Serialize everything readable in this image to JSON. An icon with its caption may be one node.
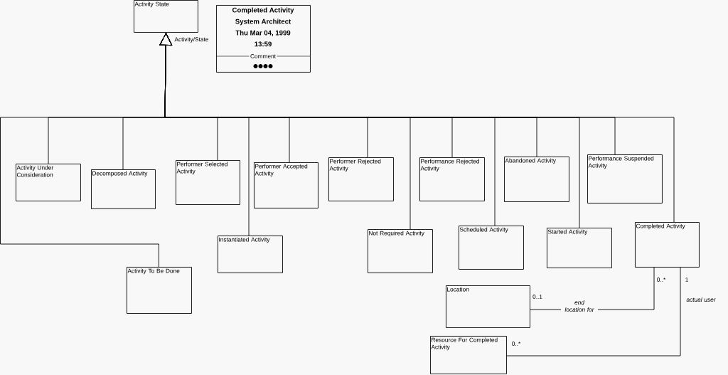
{
  "diagram": {
    "nodes": [
      {
        "text": [
          "Activity State"
        ]
      },
      {
        "text": [
          "Completed Activity",
          "System Architect",
          "Thu Mar 04, 1999",
          "13:59",
          "Comment"
        ]
      },
      {
        "text": [
          "Activity Under Consideration"
        ]
      },
      {
        "text": [
          "Decomposed Activity"
        ]
      },
      {
        "text": [
          "Performer Selected Activity"
        ]
      },
      {
        "text": [
          "Performer Accepted Activity"
        ]
      },
      {
        "text": [
          "Performer Rejected Activity"
        ]
      },
      {
        "text": [
          "Performance Rejected Activity"
        ]
      },
      {
        "text": [
          "Abandoned Activity"
        ]
      },
      {
        "text": [
          "Performance Suspended Activity"
        ]
      },
      {
        "text": [
          "Activity To Be Done"
        ]
      },
      {
        "text": [
          "Instantiated Activity"
        ]
      },
      {
        "text": [
          "Not Required Activity"
        ]
      },
      {
        "text": [
          "Scheduled Activity"
        ]
      },
      {
        "text": [
          "Started Activity"
        ]
      },
      {
        "text": [
          "Completed Activity"
        ]
      },
      {
        "text": [
          "Location"
        ]
      },
      {
        "text": [
          "Resource For Completed Activity"
        ]
      }
    ],
    "edges": [
      {
        "from": 2,
        "to": 0,
        "arrow": "to"
      },
      {
        "from": 3,
        "to": 0,
        "arrow": "to"
      },
      {
        "from": 4,
        "to": 0,
        "arrow": "to"
      },
      {
        "from": 5,
        "to": 0,
        "arrow": "to"
      },
      {
        "from": 6,
        "to": 0,
        "arrow": "to"
      },
      {
        "from": 7,
        "to": 0,
        "arrow": "to"
      },
      {
        "from": 8,
        "to": 0,
        "arrow": "to"
      },
      {
        "from": 9,
        "to": 0,
        "arrow": "to"
      },
      {
        "from": 10,
        "to": 0,
        "arrow": "to"
      },
      {
        "from": 11,
        "to": 0,
        "arrow": "to"
      },
      {
        "from": 12,
        "to": 0,
        "arrow": "to"
      },
      {
        "from": 13,
        "to": 0,
        "arrow": "to"
      },
      {
        "from": 14,
        "to": 0,
        "arrow": "to"
      },
      {
        "from": 15,
        "to": 0,
        "arrow": "to"
      },
      {
        "from": 16,
        "to": 15,
        "arrow": "none",
        "label": "end location for"
      },
      {
        "from": 17,
        "to": 15,
        "arrow": "none",
        "label": "actual user"
      }
    ],
    "labels": [
      "Activity/State",
      "0..*",
      "1",
      "0..1",
      "0..*"
    ]
  }
}
